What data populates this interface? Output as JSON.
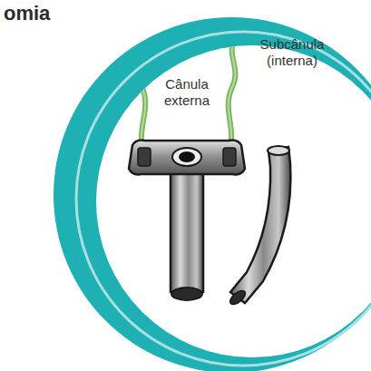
{
  "diagram": {
    "title": "omia",
    "labels": [
      "Cânula externa",
      "Subcânula (interna)"
    ]
  }
}
